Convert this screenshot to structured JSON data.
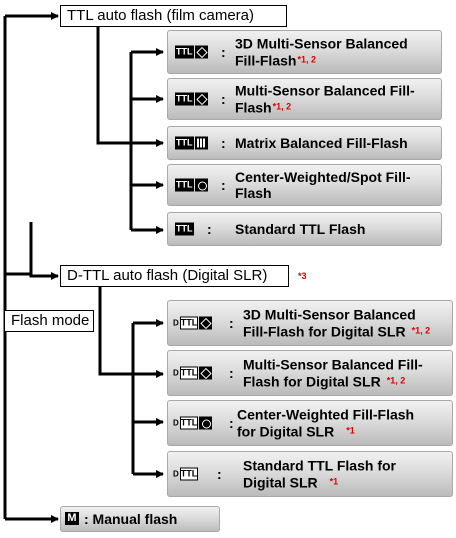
{
  "root": {
    "label": "Flash mode"
  },
  "ttl_auto": {
    "label": "TTL auto flash (film camera)",
    "options": [
      {
        "icon": "ttl-3d-multi-sensor-icon",
        "label_lines": [
          "3D Multi-Sensor Balanced",
          "Fill-Flash"
        ],
        "footnote": "*1, 2"
      },
      {
        "icon": "ttl-multi-sensor-icon",
        "label_lines": [
          "Multi-Sensor Balanced Fill-",
          "Flash"
        ],
        "footnote": "*1, 2"
      },
      {
        "icon": "ttl-matrix-icon",
        "label_lines": [
          "Matrix Balanced Fill-Flash"
        ],
        "footnote": ""
      },
      {
        "icon": "ttl-center-weighted-spot-icon",
        "label_lines": [
          "Center-Weighted/Spot Fill-",
          "Flash"
        ],
        "footnote": ""
      },
      {
        "icon": "ttl-standard-icon",
        "label_lines": [
          "Standard TTL Flash"
        ],
        "footnote": ""
      }
    ]
  },
  "dttl_auto": {
    "label": "D-TTL auto flash (Digital SLR)",
    "note": "*3",
    "options": [
      {
        "icon": "dttl-3d-multi-sensor-icon",
        "label_lines": [
          "3D Multi-Sensor Balanced",
          "Fill-Flash for Digital SLR"
        ],
        "footnote": "*1, 2"
      },
      {
        "icon": "dttl-multi-sensor-icon",
        "label_lines": [
          "Multi-Sensor Balanced Fill-",
          "Flash for Digital SLR"
        ],
        "footnote": "*1, 2"
      },
      {
        "icon": "dttl-center-weighted-icon",
        "label_lines": [
          "Center-Weighted Fill-Flash",
          "for Digital SLR"
        ],
        "footnote": "*1"
      },
      {
        "icon": "dttl-standard-icon",
        "label_lines": [
          "Standard TTL Flash for",
          "Digital SLR"
        ],
        "footnote": "*1"
      }
    ]
  },
  "manual": {
    "icon": "manual-m-icon",
    "icon_letter": "M",
    "label": ": Manual flash"
  },
  "icon_text": {
    "ttl": "TTL",
    "d": "D"
  },
  "colon": ":",
  "colors": {
    "line": "#000000",
    "footnote": "#e00000",
    "option_bg_top": "#f2f2f2",
    "option_bg_bottom": "#b9b9b9"
  }
}
